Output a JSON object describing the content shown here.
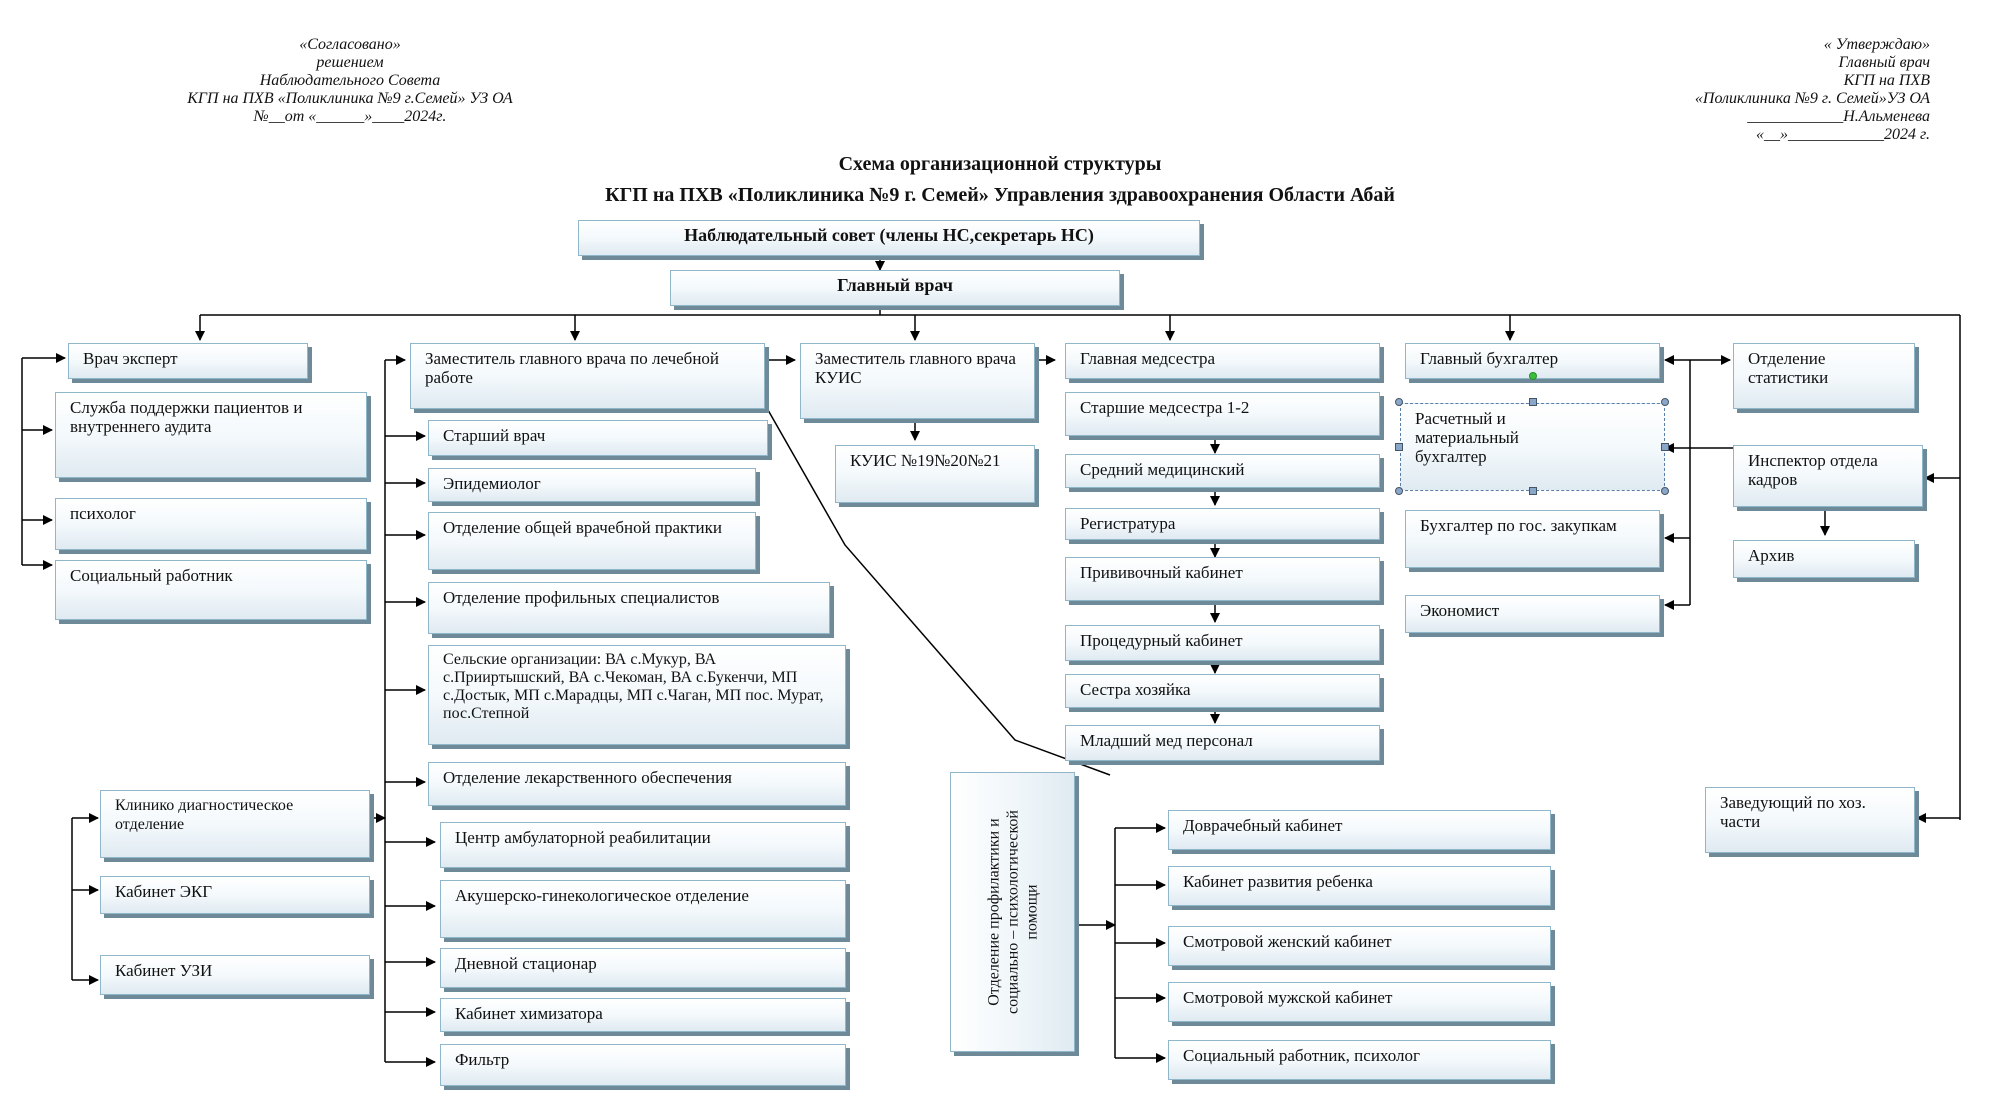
{
  "header_left": {
    "line1": "«Согласовано»",
    "line2": "решением",
    "line3": "Наблюдательного  Совета",
    "line4": "КГП на ПХВ «Поликлиника №9 г.Семей» УЗ ОА",
    "line5": "№__от «______»____2024г."
  },
  "header_right": {
    "line1": "« Утверждаю»",
    "line2": "Главный врач",
    "line3": "КГП на ПХВ",
    "line4": "«Поликлиника №9 г. Семей»УЗ ОА",
    "line5": "____________Н.Альменева",
    "line6": "«__»____________2024 г."
  },
  "title": {
    "line1": "Схема организационной структуры",
    "line2": "КГП на ПХВ «Поликлиника №9 г. Семей» Управления здравоохранения Области Абай"
  },
  "top": {
    "board": "Наблюдательный совет (члены НС,секретарь НС)",
    "chief": "Главный врач"
  },
  "col1": {
    "expert": "Врач эксперт",
    "support": "Служба поддержки пациентов и внутреннего аудита",
    "psychologist": "психолог",
    "social": "Социальный работник"
  },
  "deputy_medical": {
    "head": "Заместитель главного врача по лечебной работе",
    "items": [
      "Старший врач",
      "Эпидемиолог",
      "Отделение общей врачебной практики",
      "Отделение профильных специалистов",
      "Сельские организации: ВА с.Мукур, ВА с.Прииртышский, ВА с.Чекоман, ВА с.Букенчи, МП с.Достык, МП с.Марадцы, МП с.Чаган, МП пос. Мурат, пос.Степной",
      "Отделение лекарственного обеспечения",
      "Центр амбулаторной реабилитации",
      "Акушерско-гинекологическое отделение",
      "Дневной стационар",
      "Кабинет химизатора",
      "Фильтр"
    ]
  },
  "clinic_diag": {
    "head": "Клинико диагностическое отделение",
    "items": [
      "Кабинет ЭКГ",
      "Кабинет УЗИ"
    ]
  },
  "deputy_kuis": {
    "head": "Заместитель главного врача КУИС",
    "sub": "КУИС №19№20№21"
  },
  "head_nurse": {
    "head": "Главная медсестра",
    "items": [
      "Старшие медсестра 1-2",
      "Средний медицинский",
      "Регистратура",
      "Прививочный кабинет",
      "Процедурный кабинет",
      "Сестра хозяйка",
      "Младший мед персонал"
    ]
  },
  "prevention": {
    "head": "Отделение профилактики и социально – психологической помощи",
    "items": [
      "Доврачебный кабинет",
      "Кабинет развития ребенка",
      "Смотровой женский кабинет",
      "Смотровой мужской кабинет",
      "Социальный работник, психолог"
    ]
  },
  "accountant": {
    "head": "Главный бухгалтер",
    "items": [
      "Расчетный и материальный бухгалтер",
      "Бухгалтер по гос. закупкам",
      "Экономист"
    ]
  },
  "col_right": {
    "stats": "Отделение статистики",
    "hr": "Инспектор отдела кадров",
    "archive": "Архив",
    "household": "Заведующий по хоз. части"
  }
}
